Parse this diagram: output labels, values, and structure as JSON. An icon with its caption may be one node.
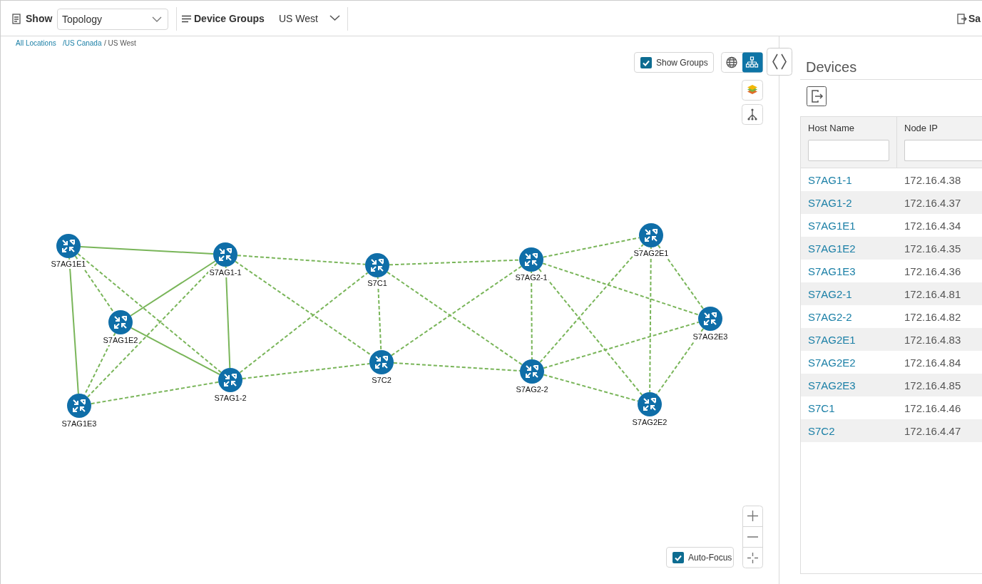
{
  "diagram": {
    "nodes": [
      {
        "text": [
          "S7AG1E1"
        ]
      },
      {
        "text": [
          "S7AG1-1"
        ]
      },
      {
        "text": [
          "S7AG1E2"
        ]
      },
      {
        "text": [
          "S7AG1-2"
        ]
      },
      {
        "text": [
          "S7AG1E3"
        ]
      },
      {
        "text": [
          "S7C1"
        ]
      },
      {
        "text": [
          "S7C2"
        ]
      },
      {
        "text": [
          "S7AG2-1"
        ]
      },
      {
        "text": [
          "S7AG2-2"
        ]
      },
      {
        "text": [
          "S7AG2E1"
        ]
      },
      {
        "text": [
          "S7AG2E3"
        ]
      },
      {
        "text": [
          "S7AG2E2"
        ]
      }
    ],
    "edges": [
      {
        "from": 0,
        "to": 1,
        "arrow": "none"
      },
      {
        "from": 0,
        "to": 4,
        "arrow": "none"
      },
      {
        "from": 2,
        "to": 1,
        "arrow": "none"
      },
      {
        "from": 2,
        "to": 3,
        "arrow": "none"
      },
      {
        "from": 1,
        "to": 3,
        "arrow": "none"
      },
      {
        "from": 0,
        "to": 2,
        "arrow": "none",
        "style": "dashed"
      },
      {
        "from": 0,
        "to": 3,
        "arrow": "none",
        "style": "dashed"
      },
      {
        "from": 1,
        "to": 4,
        "arrow": "none",
        "style": "dashed"
      },
      {
        "from": 2,
        "to": 4,
        "arrow": "none",
        "style": "dashed"
      },
      {
        "from": 4,
        "to": 3,
        "arrow": "none",
        "style": "dashed"
      },
      {
        "from": 1,
        "to": 5,
        "arrow": "none",
        "style": "dashed"
      },
      {
        "from": 1,
        "to": 6,
        "arrow": "none",
        "style": "dashed"
      },
      {
        "from": 3,
        "to": 5,
        "arrow": "none",
        "style": "dashed"
      },
      {
        "from": 3,
        "to": 6,
        "arrow": "none",
        "style": "dashed"
      },
      {
        "from": 5,
        "to": 6,
        "arrow": "none",
        "style": "dashed"
      },
      {
        "from": 5,
        "to": 7,
        "arrow": "none",
        "style": "dashed"
      },
      {
        "from": 5,
        "to": 8,
        "arrow": "none",
        "style": "dashed"
      },
      {
        "from": 6,
        "to": 7,
        "arrow": "none",
        "style": "dashed"
      },
      {
        "from": 6,
        "to": 8,
        "arrow": "none",
        "style": "dashed"
      },
      {
        "from": 7,
        "to": 8,
        "arrow": "none",
        "style": "dashed"
      },
      {
        "from": 7,
        "to": 9,
        "arrow": "none",
        "style": "dashed"
      },
      {
        "from": 7,
        "to": 10,
        "arrow": "none",
        "style": "dashed"
      },
      {
        "from": 7,
        "to": 11,
        "arrow": "none",
        "style": "dashed"
      },
      {
        "from": 8,
        "to": 9,
        "arrow": "none",
        "style": "dashed"
      },
      {
        "from": 8,
        "to": 10,
        "arrow": "none",
        "style": "dashed"
      },
      {
        "from": 8,
        "to": 11,
        "arrow": "none",
        "style": "dashed"
      },
      {
        "from": 9,
        "to": 10,
        "arrow": "none",
        "style": "dashed"
      },
      {
        "from": 9,
        "to": 11,
        "arrow": "none",
        "style": "dashed"
      },
      {
        "from": 10,
        "to": 11,
        "arrow": "none",
        "style": "dashed"
      }
    ],
    "labels": [
      "Show",
      "Topology",
      "Device Groups",
      "US West",
      "Sa",
      "All Locations",
      "/US Canada",
      "/ US West",
      "Show Groups",
      "Devices",
      "Host Name",
      "Node IP",
      "S7AG1-1",
      "172.16.4.38",
      "S7AG1-2",
      "172.16.4.37",
      "S7AG1E1",
      "172.16.4.34",
      "S7AG1E2",
      "172.16.4.35",
      "S7AG1E3",
      "172.16.4.36",
      "S7AG2-1",
      "172.16.4.81",
      "S7AG2-2",
      "172.16.4.82",
      "S7AG2E1",
      "172.16.4.83",
      "S7AG2E2",
      "172.16.4.84",
      "S7AG2E3",
      "172.16.4.85",
      "S7C1",
      "172.16.4.46",
      "S7C2",
      "172.16.4.47",
      "Auto-Focus"
    ]
  }
}
